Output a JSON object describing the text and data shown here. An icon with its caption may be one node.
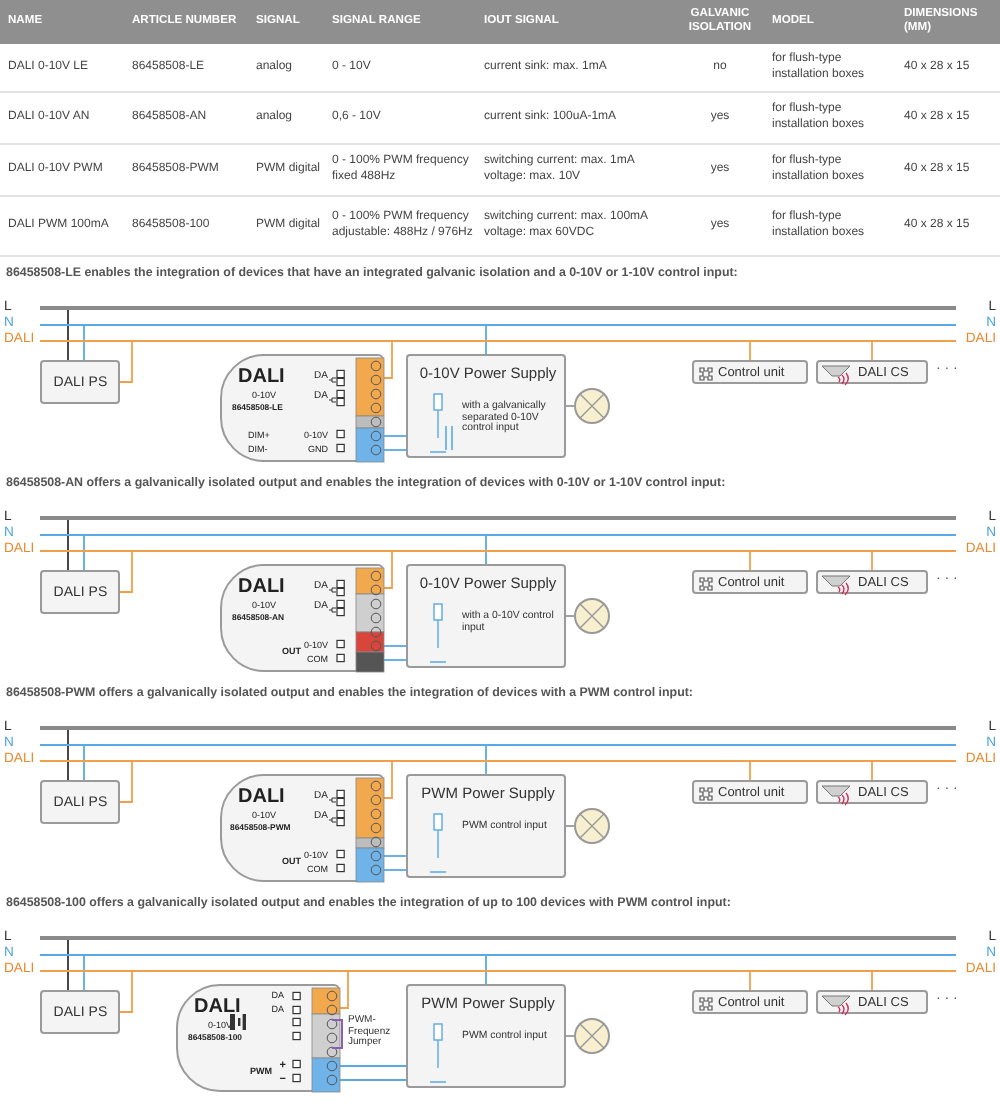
{
  "diagram": {
    "nodes": [
      {
        "text": [],
        "shape": "bar"
      },
      {
        "text": [],
        "shape": "bar"
      },
      {
        "text": [],
        "shape": "bar"
      },
      {
        "text": [
          "DALI PS"
        ]
      },
      {
        "text": [
          "DALI",
          "0-10V",
          "86458508-LE",
          "DA",
          "DA",
          "DIM+",
          "DIM-",
          "0-10V",
          "GND"
        ]
      },
      {
        "text": [
          "0-10V Power Supply",
          "with a galvanically separated 0-10V control input"
        ]
      },
      {
        "text": [],
        "shape": "circle"
      },
      {
        "text": [
          "Control unit"
        ]
      },
      {
        "text": [
          "DALI CS"
        ]
      },
      {
        "text": [],
        "shape": "bar"
      },
      {
        "text": [],
        "shape": "bar"
      },
      {
        "text": [],
        "shape": "bar"
      },
      {
        "text": [
          "DALI PS"
        ]
      },
      {
        "text": [
          "DALI",
          "0-10V",
          "86458508-AN",
          "DA",
          "DA",
          "OUT",
          "0-10V",
          "COM"
        ]
      },
      {
        "text": [
          "0-10V Power Supply",
          "with a 0-10V control input"
        ]
      },
      {
        "text": [],
        "shape": "circle"
      },
      {
        "text": [
          "Control unit"
        ]
      },
      {
        "text": [
          "DALI CS"
        ]
      },
      {
        "text": [],
        "shape": "bar"
      },
      {
        "text": [],
        "shape": "bar"
      },
      {
        "text": [],
        "shape": "bar"
      },
      {
        "text": [
          "DALI PS"
        ]
      },
      {
        "text": [
          "DALI",
          "0-10V",
          "86458508-PWM",
          "DA",
          "DA",
          "OUT",
          "0-10V",
          "COM"
        ]
      },
      {
        "text": [
          "PWM Power Supply",
          "PWM control input"
        ]
      },
      {
        "text": [],
        "shape": "circle"
      },
      {
        "text": [
          "Control unit"
        ]
      },
      {
        "text": [
          "DALI CS"
        ]
      },
      {
        "text": [],
        "shape": "bar"
      },
      {
        "text": [],
        "shape": "bar"
      },
      {
        "text": [],
        "shape": "bar"
      },
      {
        "text": [
          "DALI PS"
        ]
      },
      {
        "text": [
          "DALI",
          "0-10V",
          "86458508-100",
          "DA",
          "DA",
          "PWM",
          "+",
          "−"
        ]
      },
      {
        "text": [
          "PWM Power Supply",
          "PWM control input"
        ]
      },
      {
        "text": [],
        "shape": "circle"
      },
      {
        "text": [
          "Control unit"
        ]
      },
      {
        "text": [
          "DALI CS"
        ]
      }
    ],
    "edges": [
      {
        "from": 3,
        "to": 0,
        "arrow": "none",
        "color": "#333333"
      },
      {
        "from": 3,
        "to": 1,
        "arrow": "none",
        "color": "#5aa9e6"
      },
      {
        "from": 3,
        "to": 2,
        "arrow": "none",
        "color": "#f0a04b"
      },
      {
        "from": 4,
        "to": 2,
        "arrow": "none",
        "color": "#f0a04b"
      },
      {
        "from": 5,
        "to": 1,
        "arrow": "none",
        "color": "#5aa9e6"
      },
      {
        "from": 4,
        "to": 5,
        "arrow": "none",
        "color": "#5aa9e6"
      },
      {
        "from": 4,
        "to": 5,
        "arrow": "none",
        "color": "#5aa9e6"
      },
      {
        "from": 5,
        "to": 6,
        "arrow": "none",
        "color": "#999999"
      },
      {
        "from": 7,
        "to": 2,
        "arrow": "none",
        "color": "#f0a04b"
      },
      {
        "from": 8,
        "to": 2,
        "arrow": "none",
        "color": "#f0a04b"
      },
      {
        "from": 12,
        "to": 9,
        "arrow": "none",
        "color": "#333333"
      },
      {
        "from": 12,
        "to": 10,
        "arrow": "none",
        "color": "#5aa9e6"
      },
      {
        "from": 12,
        "to": 11,
        "arrow": "none",
        "color": "#f0a04b"
      },
      {
        "from": 13,
        "to": 11,
        "arrow": "none",
        "color": "#f0a04b"
      },
      {
        "from": 14,
        "to": 10,
        "arrow": "none",
        "color": "#5aa9e6"
      },
      {
        "from": 13,
        "to": 14,
        "arrow": "none",
        "color": "#5aa9e6"
      },
      {
        "from": 13,
        "to": 14,
        "arrow": "none",
        "color": "#5aa9e6"
      },
      {
        "from": 14,
        "to": 15,
        "arrow": "none",
        "color": "#999999"
      },
      {
        "from": 16,
        "to": 11,
        "arrow": "none",
        "color": "#f0a04b"
      },
      {
        "from": 17,
        "to": 11,
        "arrow": "none",
        "color": "#f0a04b"
      },
      {
        "from": 21,
        "to": 18,
        "arrow": "none",
        "color": "#333333"
      },
      {
        "from": 21,
        "to": 19,
        "arrow": "none",
        "color": "#5aa9e6"
      },
      {
        "from": 21,
        "to": 20,
        "arrow": "none",
        "color": "#f0a04b"
      },
      {
        "from": 22,
        "to": 20,
        "arrow": "none",
        "color": "#f0a04b"
      },
      {
        "from": 23,
        "to": 19,
        "arrow": "none",
        "color": "#5aa9e6"
      },
      {
        "from": 22,
        "to": 23,
        "arrow": "none",
        "color": "#5aa9e6"
      },
      {
        "from": 22,
        "to": 23,
        "arrow": "none",
        "color": "#5aa9e6"
      },
      {
        "from": 23,
        "to": 24,
        "arrow": "none",
        "color": "#999999"
      },
      {
        "from": 25,
        "to": 20,
        "arrow": "none",
        "color": "#f0a04b"
      },
      {
        "from": 26,
        "to": 20,
        "arrow": "none",
        "color": "#f0a04b"
      },
      {
        "from": 30,
        "to": 27,
        "arrow": "none",
        "color": "#333333"
      },
      {
        "from": 30,
        "to": 28,
        "arrow": "none",
        "color": "#5aa9e6"
      },
      {
        "from": 30,
        "to": 29,
        "arrow": "none",
        "color": "#f0a04b"
      },
      {
        "from": 31,
        "to": 29,
        "arrow": "none",
        "color": "#f0a04b"
      },
      {
        "from": 32,
        "to": 28,
        "arrow": "none",
        "color": "#5aa9e6"
      },
      {
        "from": 31,
        "to": 32,
        "arrow": "none",
        "color": "#5aa9e6"
      },
      {
        "from": 31,
        "to": 32,
        "arrow": "none",
        "color": "#5aa9e6"
      },
      {
        "from": 32,
        "to": 33,
        "arrow": "none",
        "color": "#999999"
      },
      {
        "from": 34,
        "to": 29,
        "arrow": "none",
        "color": "#f0a04b"
      },
      {
        "from": 35,
        "to": 29,
        "arrow": "none",
        "color": "#f0a04b"
      }
    ],
    "labels": [
      "NAME",
      "ARTICLE NUMBER",
      "SIGNAL",
      "SIGNAL RANGE",
      "IOUT SIGNAL",
      "GALVANIC ISOLATION",
      "MODEL",
      "DIMENSIONS (MM)",
      "DALI 0-10V LE",
      "86458508-LE",
      "analog",
      "0 - 10V",
      "current sink: max. 1mA",
      "no",
      "for flush-type installation boxes",
      "40 x 28 x 15",
      "DALI 0-10V AN",
      "86458508-AN",
      "analog",
      "0,6 - 10V",
      "current sink: 100uA-1mA",
      "yes",
      "for flush-type installation boxes",
      "40 x 28 x 15",
      "DALI 0-10V PWM",
      "86458508-PWM",
      "PWM digital",
      "0 - 100% PWM frequency fixed 488Hz",
      "switching current: max. 1mA voltage: max. 10V",
      "yes",
      "for flush-type installation boxes",
      "40 x 28 x 15",
      "DALI PWM 100mA",
      "86458508-100",
      "PWM digital",
      "0 - 100% PWM frequency adjustable: 488Hz / 976Hz",
      "switching current: max. 100mA voltage: max 60VDC",
      "yes",
      "for flush-type installation boxes",
      "40 x 28 x 15",
      "86458508-LE enables the integration of devices that have an integrated galvanic isolation and a 0-10V or 1-10V control input:",
      "L",
      "L",
      "N",
      "N",
      "DALI",
      "DALI",
      "· · ·",
      "86458508-AN offers a galvanically isolated output and enables the integration of devices with 0-10V or 1-10V control input:",
      "L",
      "L",
      "N",
      "N",
      "DALI",
      "DALI",
      "· · ·",
      "86458508-PWM offers a galvanically isolated output and enables the integration of devices with a PWM control input:",
      "L",
      "L",
      "N",
      "N",
      "DALI",
      "DALI",
      "· · ·",
      "86458508-100 offers a galvanically isolated output and enables the integration of up to 100 devices with PWM control input:",
      "L",
      "L",
      "N",
      "N",
      "DALI",
      "DALI",
      "· · ·",
      "PWM- Frequenz Jumper"
    ]
  }
}
